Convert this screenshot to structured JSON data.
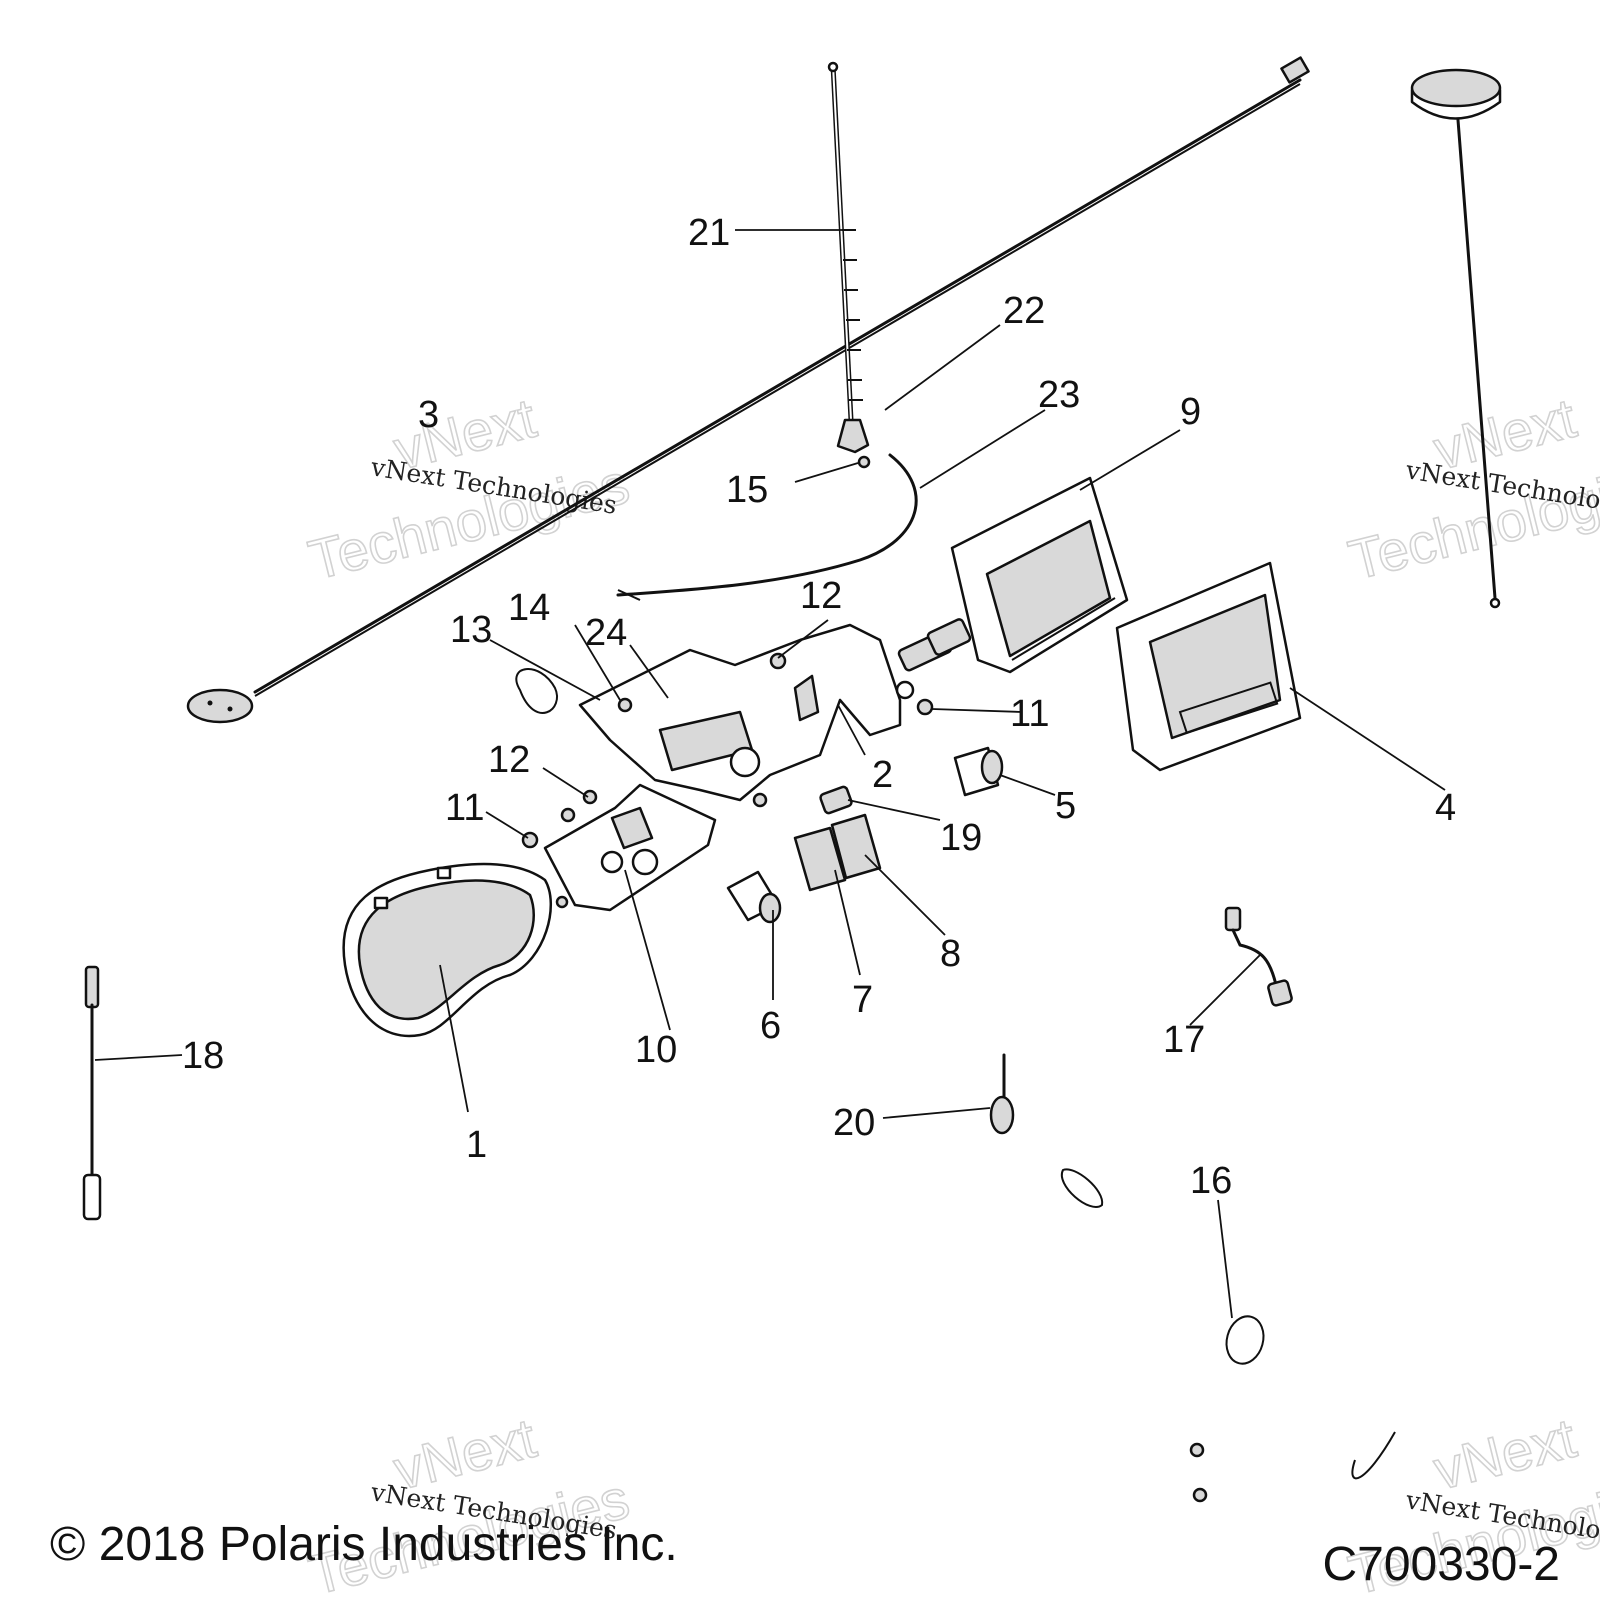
{
  "callouts": [
    {
      "label": "1"
    },
    {
      "label": "2"
    },
    {
      "label": "3"
    },
    {
      "label": "4"
    },
    {
      "label": "5"
    },
    {
      "label": "6"
    },
    {
      "label": "7"
    },
    {
      "label": "8"
    },
    {
      "label": "9"
    },
    {
      "label": "10"
    },
    {
      "label": "11"
    },
    {
      "label": "11"
    },
    {
      "label": "12"
    },
    {
      "label": "12"
    },
    {
      "label": "13"
    },
    {
      "label": "14"
    },
    {
      "label": "15"
    },
    {
      "label": "16"
    },
    {
      "label": "17"
    },
    {
      "label": "18"
    },
    {
      "label": "19"
    },
    {
      "label": "20"
    },
    {
      "label": "21"
    },
    {
      "label": "22"
    },
    {
      "label": "23"
    },
    {
      "label": "24"
    }
  ],
  "watermark": {
    "line1": "vNext",
    "line2": "Technologies",
    "small": "vNext Technologies"
  },
  "footer": {
    "copyright": "© 2018 Polaris Industries Inc.",
    "code": "C700330-2"
  }
}
